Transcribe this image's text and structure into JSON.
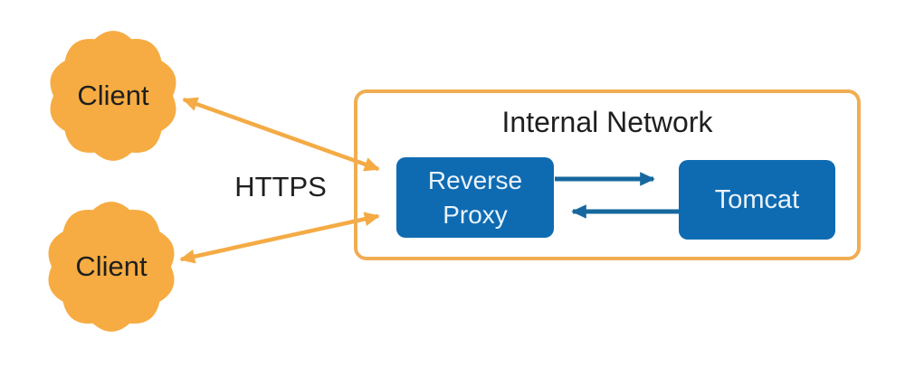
{
  "diagram": {
    "internal_network": {
      "title": "Internal Network"
    },
    "nodes": {
      "client_top": {
        "label": "Client"
      },
      "client_bottom": {
        "label": "Client"
      },
      "reverse_proxy": {
        "label_lines": [
          "Reverse",
          "Proxy"
        ]
      },
      "tomcat": {
        "label": "Tomcat"
      }
    },
    "edges": {
      "https": {
        "label": "HTTPS"
      }
    },
    "colors": {
      "client_blob_orange": "#F6AC42",
      "network_border_orange": "#F0AD52",
      "arrow_orange": "#F4AB45",
      "node_blue": "#0E6BB2",
      "arrow_blue": "#16689E",
      "label_text": "#1F1F1F",
      "node_text": "#EAF3FA"
    }
  }
}
